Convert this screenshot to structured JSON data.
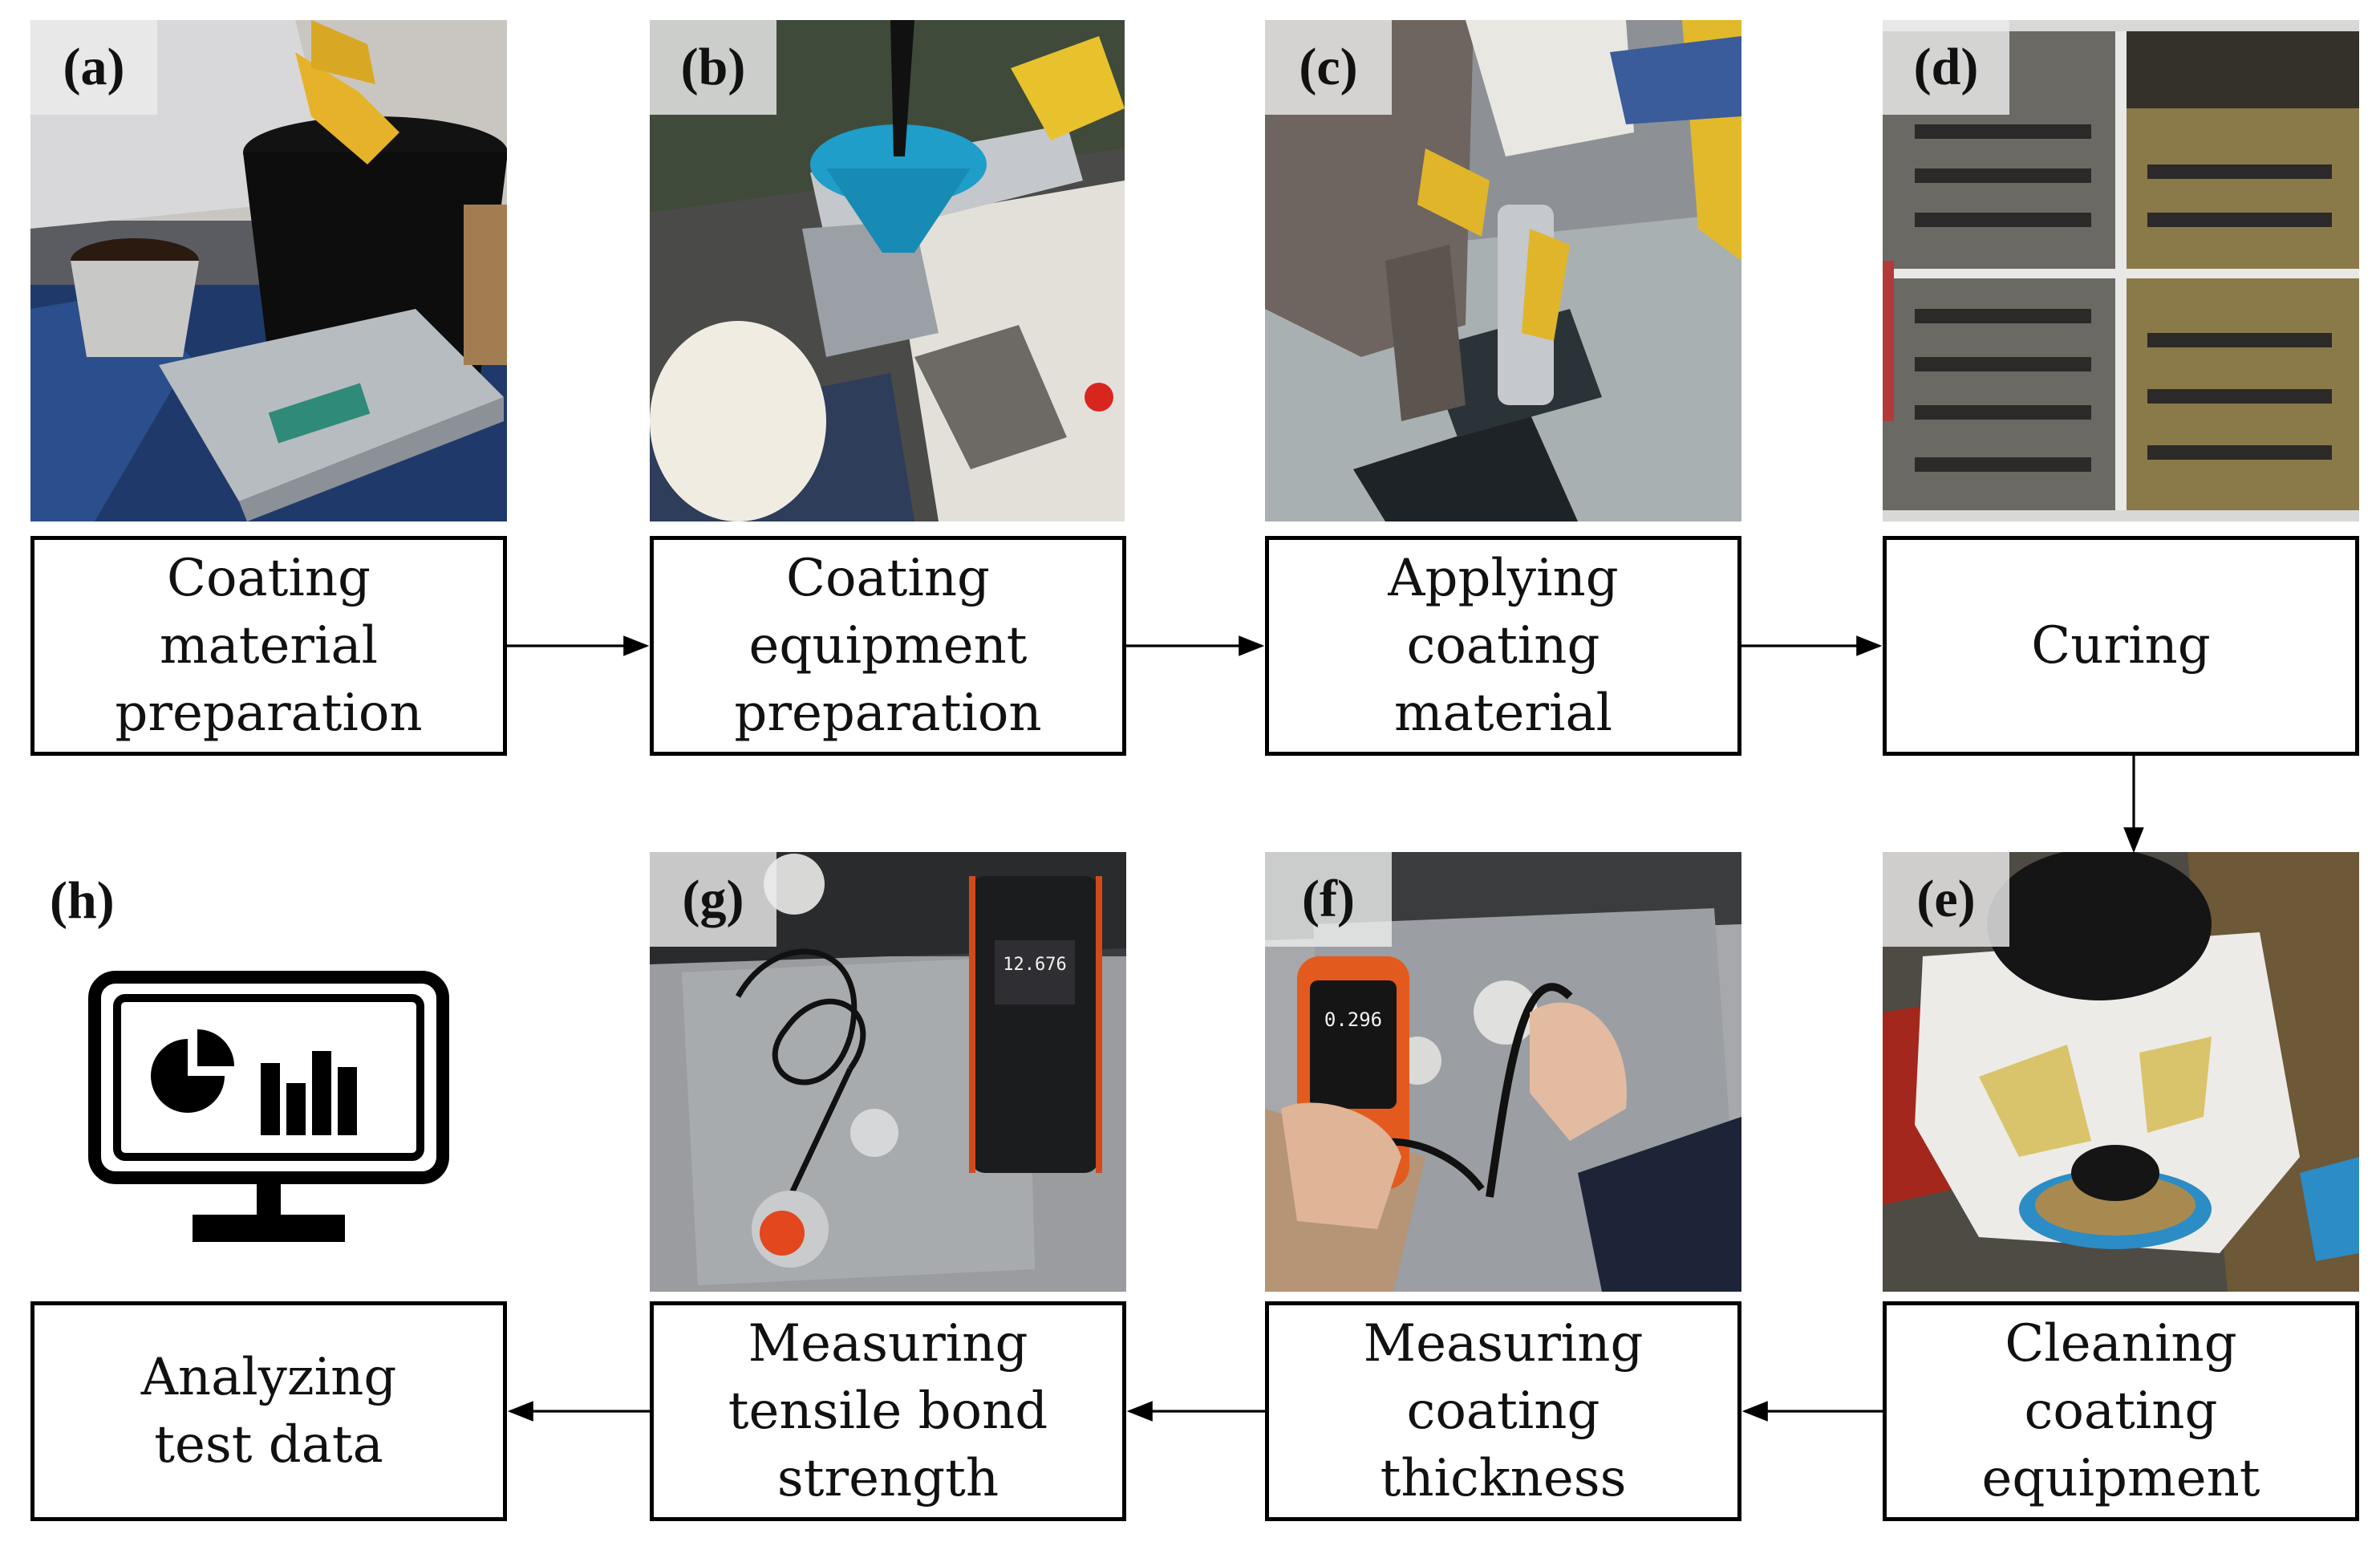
{
  "steps": [
    {
      "id": "a",
      "tag": "(a)",
      "lines": [
        "Coating",
        "material",
        "preparation"
      ]
    },
    {
      "id": "b",
      "tag": "(b)",
      "lines": [
        "Coating",
        "equipment",
        "preparation"
      ]
    },
    {
      "id": "c",
      "tag": "(c)",
      "lines": [
        "Applying",
        "coating",
        "material"
      ]
    },
    {
      "id": "d",
      "tag": "(d)",
      "lines": [
        "Curing"
      ]
    },
    {
      "id": "e",
      "tag": "(e)",
      "lines": [
        "Cleaning",
        "coating",
        "equipment"
      ]
    },
    {
      "id": "f",
      "tag": "(f)",
      "lines": [
        "Measuring",
        "coating",
        "thickness"
      ]
    },
    {
      "id": "g",
      "tag": "(g)",
      "lines": [
        "Measuring",
        "tensile bond",
        "strength"
      ]
    },
    {
      "id": "h",
      "tag": "(h)",
      "lines": [
        "Analyzing",
        "test data"
      ]
    }
  ],
  "readouts": {
    "tensile_gauge": "12.676",
    "thickness_gauge": "0.296"
  },
  "icons": {
    "h": "monitor-with-pie-and-bar-chart-icon"
  }
}
